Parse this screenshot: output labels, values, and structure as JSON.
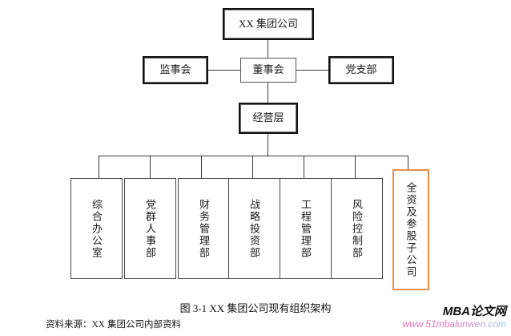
{
  "page": {
    "cut_off_header_text": "· · · · · · · · · · · · · · · · · · · · · · · ·"
  },
  "chart_data": {
    "type": "diagram",
    "title": "图 3-1 XX 集团公司现有组织架构",
    "source_note": "资料来源：XX 集团公司内部资料",
    "levels": [
      {
        "level": 1,
        "nodes": [
          {
            "id": "group",
            "label": "XX 集团公司",
            "style": "heavy",
            "orientation": "horizontal"
          }
        ]
      },
      {
        "level": 2,
        "nodes": [
          {
            "id": "supervisors",
            "label": "监事会",
            "style": "heavy",
            "orientation": "horizontal"
          },
          {
            "id": "directors",
            "label": "董事会",
            "style": "plain",
            "orientation": "horizontal"
          },
          {
            "id": "party",
            "label": "党支部",
            "style": "heavy",
            "orientation": "horizontal"
          }
        ]
      },
      {
        "level": 3,
        "nodes": [
          {
            "id": "management",
            "label": "经营层",
            "style": "heavy",
            "orientation": "horizontal"
          }
        ]
      },
      {
        "level": 4,
        "nodes": [
          {
            "id": "dept-admin",
            "label": "综合办公室",
            "style": "thin",
            "orientation": "vertical"
          },
          {
            "id": "dept-party-hr",
            "label": "党群人事部",
            "style": "thin",
            "orientation": "vertical"
          },
          {
            "id": "dept-finance",
            "label": "财务管理部",
            "style": "thin",
            "orientation": "vertical"
          },
          {
            "id": "dept-strategy",
            "label": "战略投资部",
            "style": "thin",
            "orientation": "vertical"
          },
          {
            "id": "dept-engineering",
            "label": "工程管理部",
            "style": "thin",
            "orientation": "vertical"
          },
          {
            "id": "dept-risk",
            "label": "风险控制部",
            "style": "thin",
            "orientation": "vertical"
          },
          {
            "id": "dept-subsidiaries",
            "label": "全资及参股子公司",
            "style": "highlight",
            "orientation": "vertical"
          }
        ]
      }
    ],
    "highlight_color": "#e2904c",
    "line_color": "#3a3a3a"
  },
  "watermark": {
    "title": "MBA论文网",
    "url": "www.51mbalunwen.com"
  }
}
